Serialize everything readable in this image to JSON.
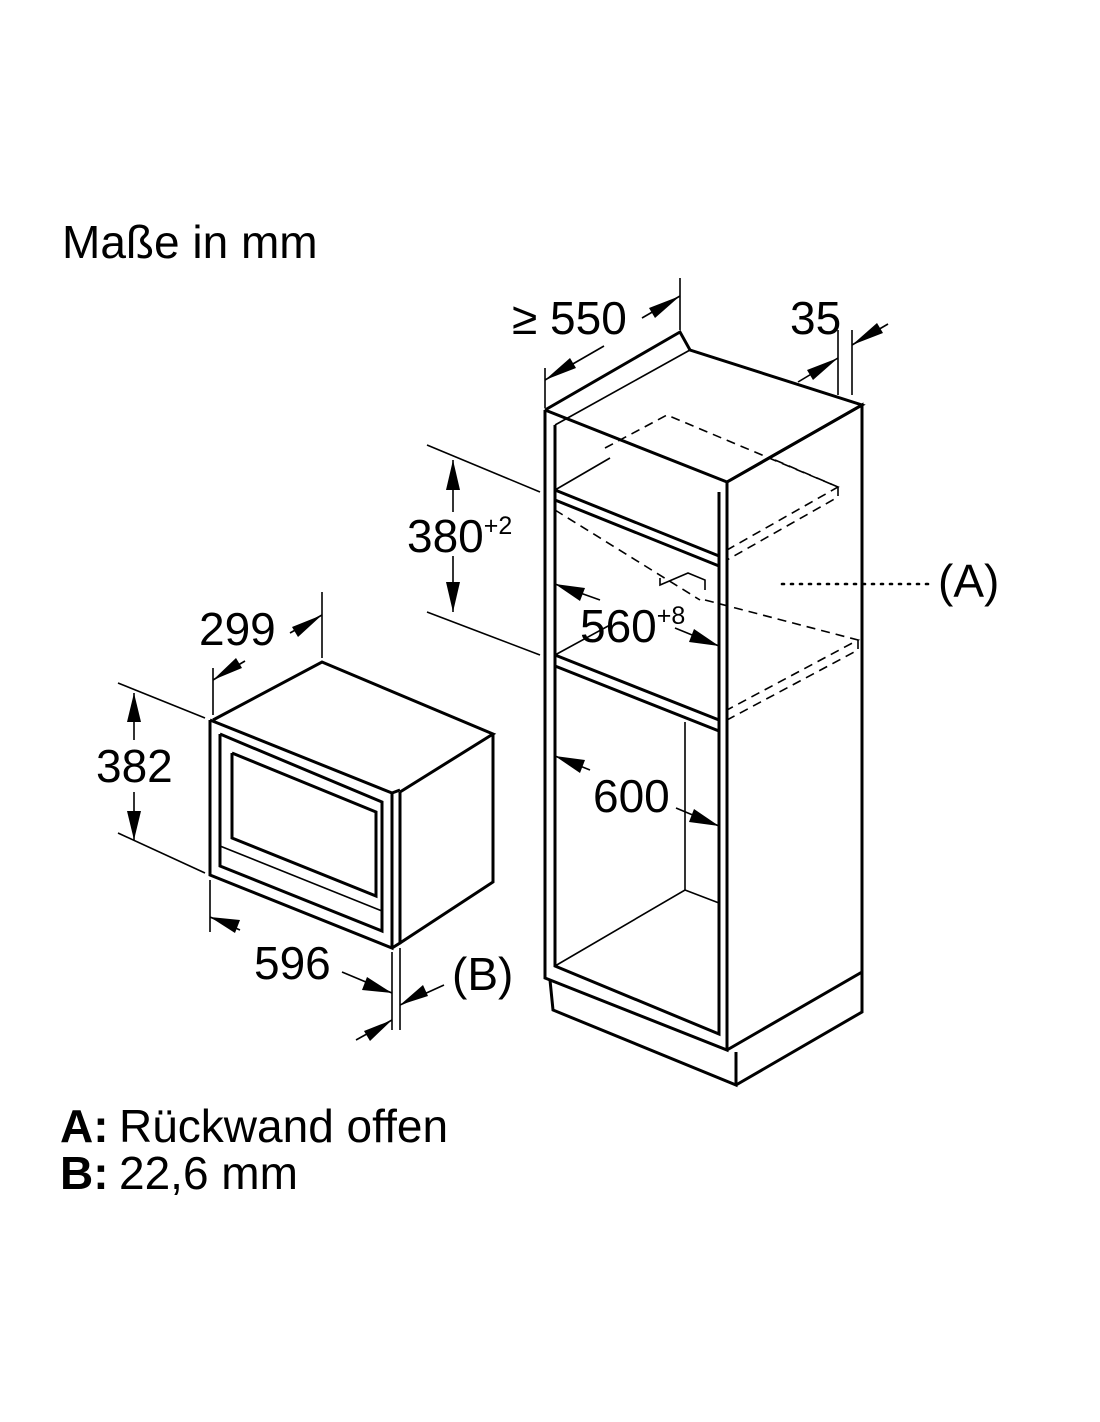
{
  "title": "Maße in mm",
  "dimensions": {
    "cabinet_depth": "≥ 550",
    "cabinet_wall": "35",
    "niche_height": "380",
    "niche_height_tol": "+2",
    "niche_width": "560",
    "niche_width_tol": "+8",
    "cabinet_inner_width": "600",
    "appliance_depth": "299",
    "appliance_height": "382",
    "appliance_width": "596"
  },
  "callouts": {
    "a": "(A)",
    "b": "(B)"
  },
  "legend": [
    {
      "key": "A:",
      "text": "Rückwand offen"
    },
    {
      "key": "B:",
      "text": "22,6 mm"
    }
  ]
}
